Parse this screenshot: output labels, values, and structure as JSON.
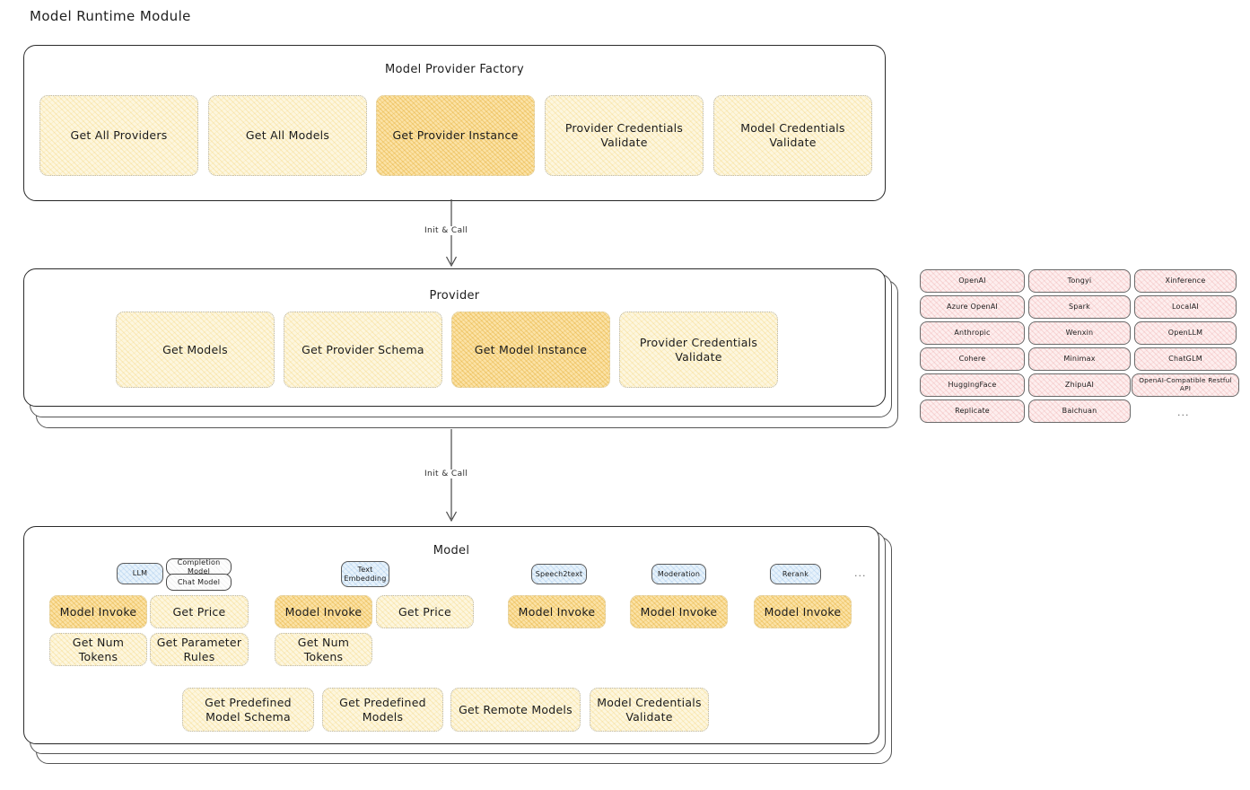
{
  "page": {
    "title": "Model Runtime Module"
  },
  "factory": {
    "title": "Model Provider Factory",
    "boxes": [
      {
        "label": "Get All Providers",
        "highlight": false
      },
      {
        "label": "Get All Models",
        "highlight": false
      },
      {
        "label": "Get Provider Instance",
        "highlight": true
      },
      {
        "label": "Provider Credentials Validate",
        "highlight": false
      },
      {
        "label": "Model Credentials Validate",
        "highlight": false
      }
    ]
  },
  "arrows": [
    {
      "label": "Init & Call"
    },
    {
      "label": "Init & Call"
    }
  ],
  "provider": {
    "title": "Provider",
    "boxes": [
      {
        "label": "Get Models",
        "highlight": false
      },
      {
        "label": "Get Provider Schema",
        "highlight": false
      },
      {
        "label": "Get Model Instance",
        "highlight": true
      },
      {
        "label": "Provider Credentials Validate",
        "highlight": false
      }
    ]
  },
  "provider_list": {
    "columns": [
      {
        "items": [
          "OpenAI",
          "Azure OpenAI",
          "Anthropic",
          "Cohere",
          "HuggingFace",
          "Replicate"
        ]
      },
      {
        "items": [
          "Tongyi",
          "Spark",
          "Wenxin",
          "Minimax",
          "ZhipuAI",
          "Baichuan"
        ]
      },
      {
        "items": [
          "Xinference",
          "LocalAI",
          "OpenLLM",
          "ChatGLM",
          "OpenAI-Compatible Restful API"
        ]
      }
    ],
    "ellipsis": "..."
  },
  "model": {
    "title": "Model",
    "ellipsis": "...",
    "types": [
      {
        "name": "LLM",
        "sub": [
          "Completion Model",
          "Chat Model"
        ]
      },
      {
        "name": "Text Embedding",
        "sub": []
      },
      {
        "name": "Speech2text",
        "sub": []
      },
      {
        "name": "Moderation",
        "sub": []
      },
      {
        "name": "Rerank",
        "sub": []
      }
    ],
    "columns": [
      {
        "boxes": [
          {
            "label": "Model Invoke",
            "highlight": true
          },
          {
            "label": "Get Price",
            "highlight": false
          },
          {
            "label": "Get Num Tokens",
            "highlight": false
          },
          {
            "label": "Get Parameter Rules",
            "highlight": false
          }
        ]
      },
      {
        "boxes": [
          {
            "label": "Model Invoke",
            "highlight": true
          },
          {
            "label": "Get Price",
            "highlight": false
          },
          {
            "label": "Get Num Tokens",
            "highlight": false
          }
        ]
      },
      {
        "boxes": [
          {
            "label": "Model Invoke",
            "highlight": true
          }
        ]
      },
      {
        "boxes": [
          {
            "label": "Model Invoke",
            "highlight": true
          }
        ]
      },
      {
        "boxes": [
          {
            "label": "Model Invoke",
            "highlight": true
          }
        ]
      }
    ],
    "bottom_boxes": [
      {
        "label": "Get Predefined Model Schema"
      },
      {
        "label": "Get Predefined Models"
      },
      {
        "label": "Get Remote Models"
      },
      {
        "label": "Model Credentials Validate"
      }
    ]
  },
  "colors": {
    "box_fill": "#fdf6de",
    "box_fill_highlight": "#fbe2a6",
    "chip_red": "#fdeeee",
    "chip_blue": "#e7f2fb",
    "stroke": "#2b2b2b"
  }
}
